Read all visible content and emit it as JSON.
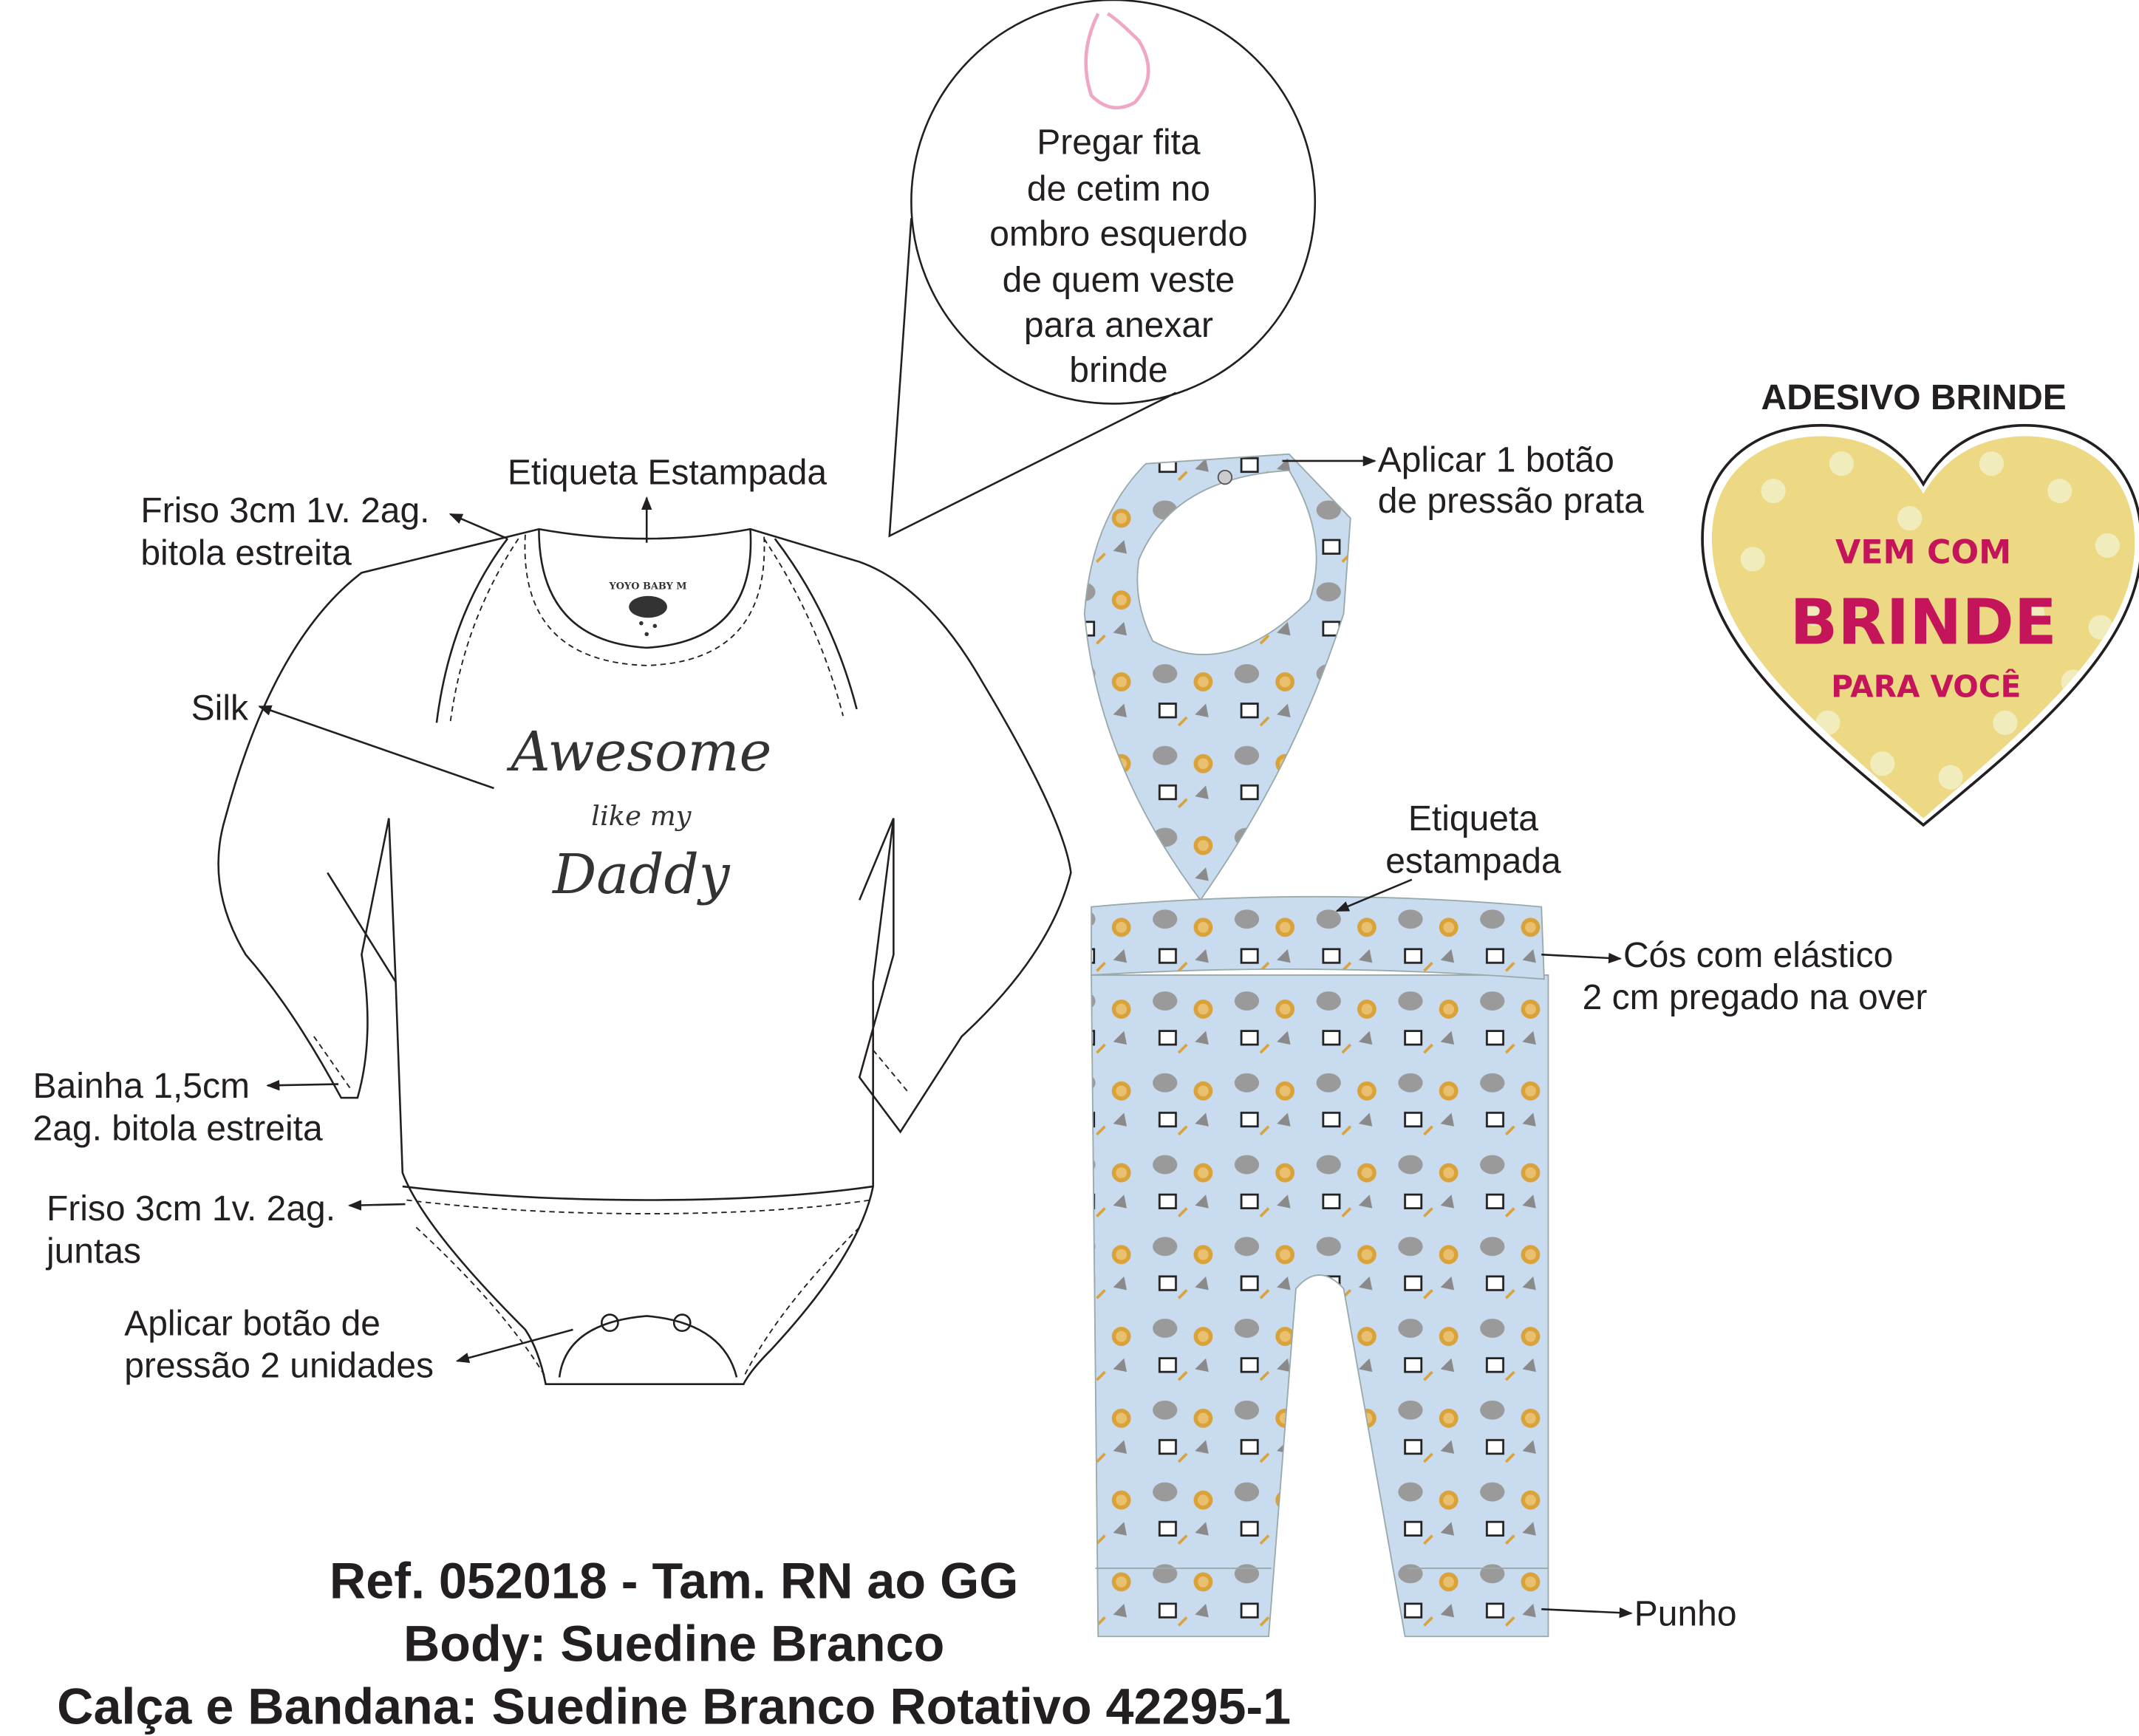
{
  "colors": {
    "ink": "#231f20",
    "heart_fill": "#edd883",
    "heart_dot": "#f1ecbc",
    "heart_text": "#c5155a",
    "print_bg": "#c9dbef",
    "ribbon": "#f0a7c6"
  },
  "callout_bubble": {
    "lines": [
      "Pregar fita",
      "de cetim no",
      "ombro esquerdo",
      "de quem veste",
      "para anexar",
      "brinde"
    ]
  },
  "bodysuit": {
    "tag_brand": "YOYO BABY M",
    "silk_text": {
      "line1": "Awesome",
      "line2": "like my",
      "line3": "Daddy"
    },
    "labels": {
      "friso_top": [
        "Friso 3cm 1v. 2ag.",
        "bitola estreita"
      ],
      "etiqueta": "Etiqueta Estampada",
      "silk": "Silk",
      "bainha": [
        "Bainha 1,5cm",
        "2ag. bitola estreita"
      ],
      "friso_bottom": [
        "Friso 3cm 1v. 2ag.",
        "juntas"
      ],
      "botao": [
        "Aplicar botão de",
        "pressão 2 unidades"
      ]
    }
  },
  "bandana": {
    "labels": {
      "botao": [
        "Aplicar 1 botão",
        "de pressão prata"
      ]
    }
  },
  "pants": {
    "labels": {
      "etiqueta": [
        "Etiqueta",
        "estampada"
      ],
      "cos": [
        "Cós com elástico",
        "2 cm pregado na over"
      ],
      "punho": "Punho"
    }
  },
  "sticker": {
    "heading": "ADESIVO BRINDE",
    "line1": "VEM COM",
    "line2": "BRINDE",
    "line3": "PARA VOCÊ"
  },
  "footer": {
    "line1": "Ref. 052018 - Tam. RN ao GG",
    "line2": "Body: Suedine Branco",
    "line3": "Calça e Bandana: Suedine Branco Rotativo 42295-1"
  }
}
